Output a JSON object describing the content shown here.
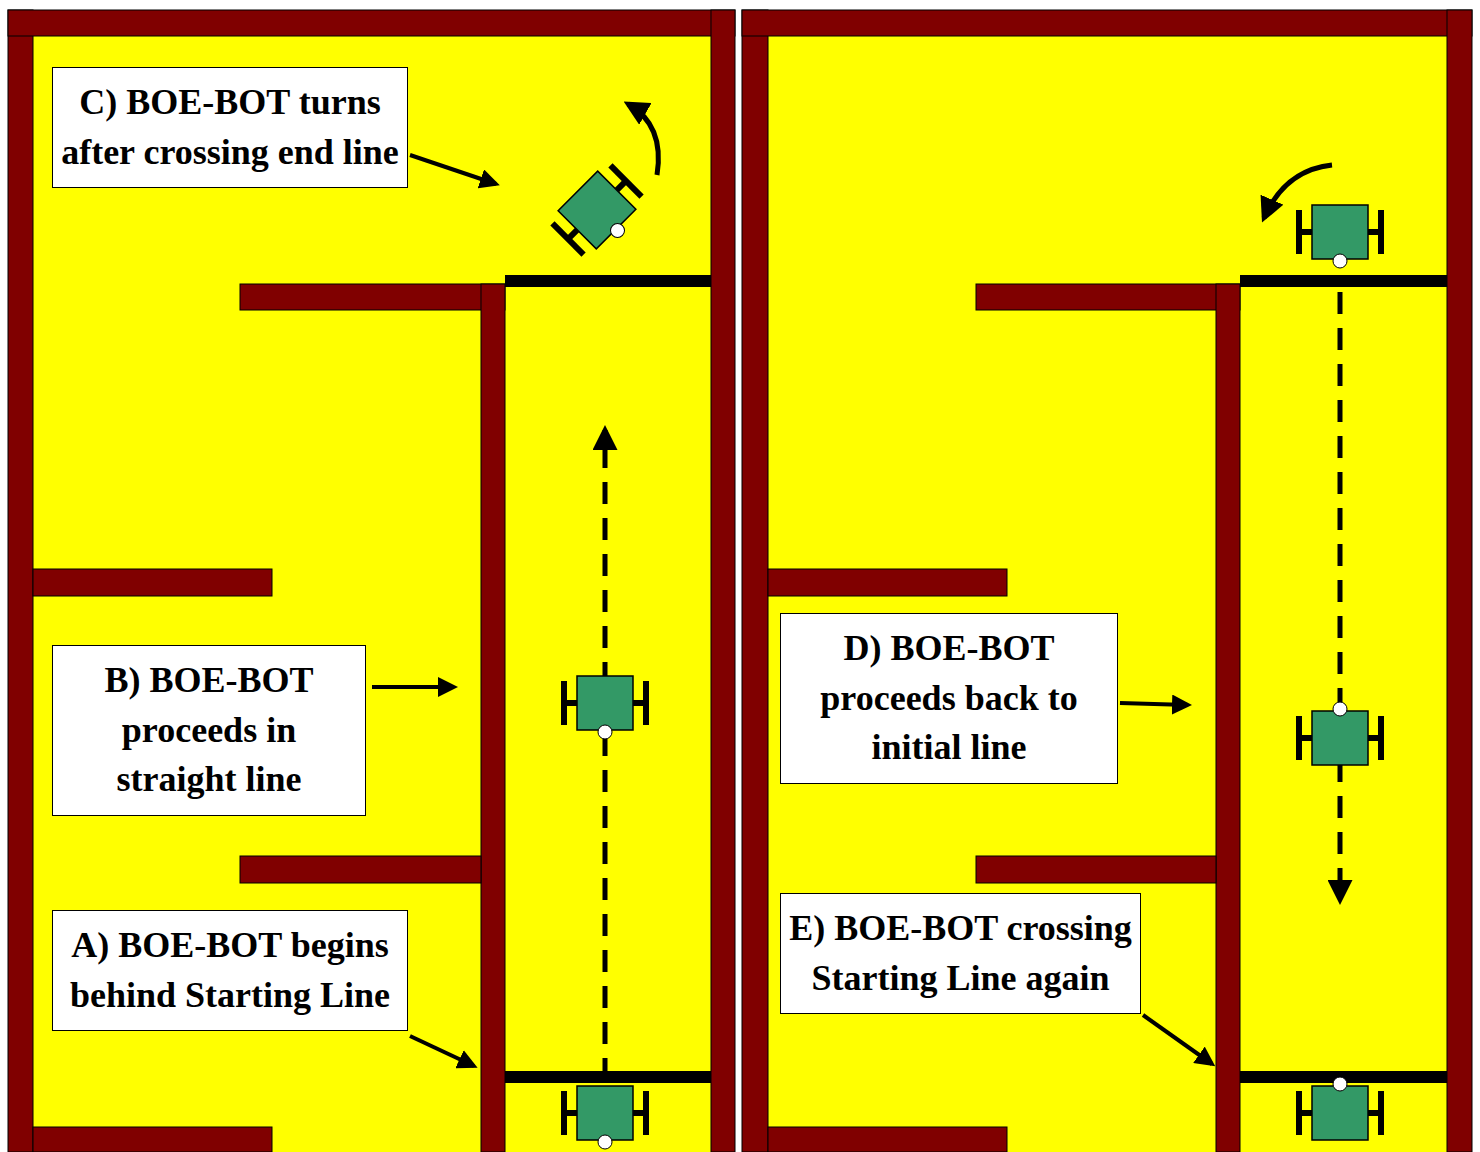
{
  "diagram": {
    "nodes": [
      {
        "text": [
          "C) BOE-BOT turns after crossing end line"
        ]
      },
      {
        "text": [
          "B) BOE-BOT proceeds in straight line"
        ]
      },
      {
        "text": [
          "A) BOE-BOT begins behind Starting Line"
        ]
      },
      {
        "text": [
          "D) BOE-BOT proceeds back to initial line"
        ]
      },
      {
        "text": [
          "E) BOE-BOT crossing Starting Line again"
        ]
      }
    ]
  }
}
